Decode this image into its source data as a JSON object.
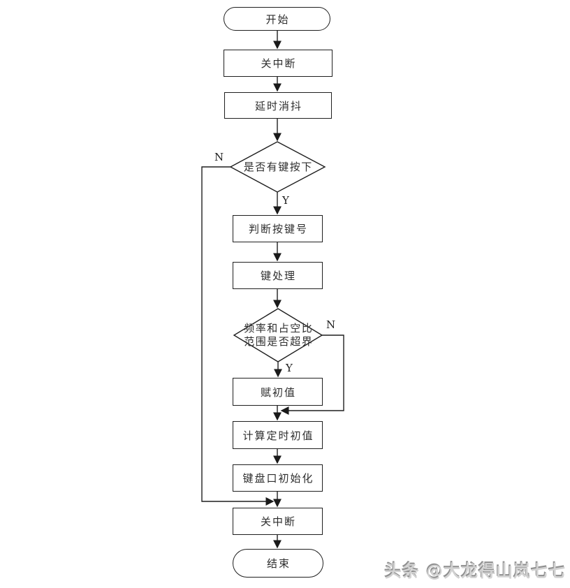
{
  "diagram": {
    "type": "flowchart",
    "nodes": {
      "start": "开始",
      "close_interrupt_1": "关中断",
      "debounce": "延时消抖",
      "key_pressed_q": "是否有键按下",
      "judge_key": "判断按键号",
      "key_handle": "键处理",
      "range_q_line1": "频率和占空比",
      "range_q_line2": "范围是否超界",
      "assign_init": "赋初值",
      "calc_timer_init": "计算定时初值",
      "keyboard_init": "键盘口初始化",
      "close_interrupt_2": "关中断",
      "end": "结束"
    },
    "branch_labels": {
      "key_pressed_no": "N",
      "key_pressed_yes": "Y",
      "range_no": "N",
      "range_yes": "Y"
    },
    "colors": {
      "line": "#1f1f1f",
      "node_border": "#1f1f1f",
      "text": "#2d2d2d",
      "background": "#ffffff",
      "watermark_body": "#d2d2d2"
    }
  },
  "watermark": {
    "text": "头条 @大龙得山岚七七"
  }
}
